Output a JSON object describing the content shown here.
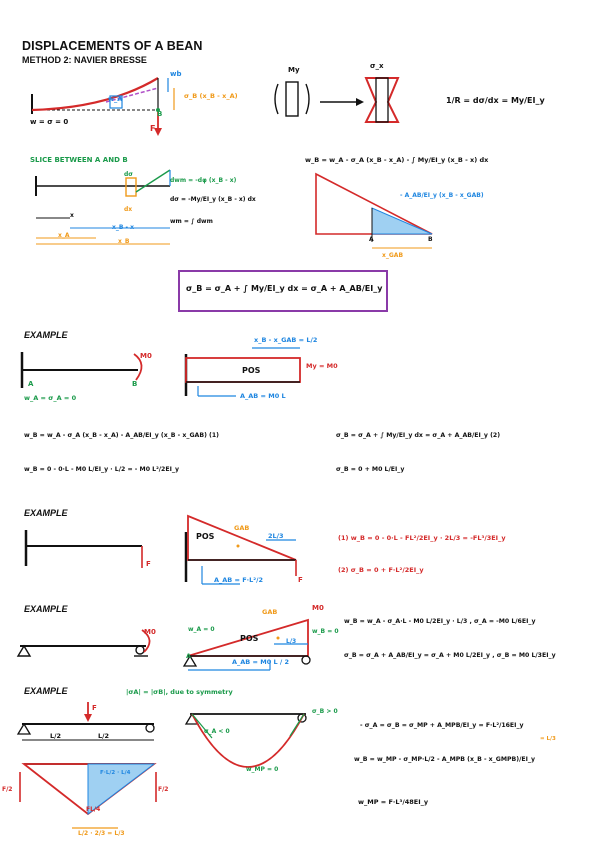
{
  "header": {
    "title": "DISPLACEMENTS OF A BEAN",
    "method": "METHOD 2: NAVIER BRESSE"
  },
  "section1": {
    "labels": {
      "wb": "wb",
      "phi": "σ_B (x_B - x_A)",
      "wa": "w_A",
      "bc": "w = σ = 0",
      "F": "F",
      "B": "B",
      "My": "My",
      "sigma": "σ_x",
      "curvature": "1/R = dσ/dx = My/EI_y"
    }
  },
  "section2": {
    "slice_title": "SLICE BETWEEN A AND B",
    "dw_label": "dwm = -dφ (x_B - x)",
    "dphi_label": "dσ = -My/EI_y (x_B - x) dx",
    "int_label": "wm = ∫ dwm",
    "xb_x": "x_B - x",
    "xa": "x_A",
    "xb": "x_B",
    "x": "x",
    "dx": "dx",
    "wb_full": "w_B = w_A - σ_A (x_B - x_A) - ∫ My/EI_y (x_B - x) dx",
    "area_term": "- A_AB/EI_y (x_B - x_GAB)",
    "xgab": "x_GAB",
    "A": "A",
    "B": "B"
  },
  "boxed_formula": "σ_B = σ_A + ∫ My/EI_y dx = σ_A + A_AB/EI_y",
  "example1": {
    "heading": "EXAMPLE",
    "M0": "M0",
    "A": "A",
    "B": "B",
    "bc": "w_A = σ_A = 0",
    "xdist": "x_B - x_GAB = L/2",
    "area_label": "A_AB = M0 L",
    "My_label": "My = M0",
    "eq1": "w_B = w_A - σ_A (x_B - x_A) - A_AB/EI_y (x_B - x_GAB)   (1)",
    "eq1b": "w_B = 0 - 0·L - M0 L/EI_y · L/2 = - M0 L²/2EI_y",
    "eq2": "σ_B = σ_A + ∫ My/EI_y dx = σ_A + A_AB/EI_y   (2)",
    "eq2b": "σ_B = 0 + M0 L/EI_y",
    "pos": "POS"
  },
  "example2": {
    "heading": "EXAMPLE",
    "F": "F",
    "GAB": "GAB",
    "dist": "2L/3",
    "area": "A_AB = F·L²/2",
    "eq1": "(1) w_B = 0 - 0·L - FL²/2EI_y · 2L/3 = -FL³/3EI_y",
    "eq2": "(2) σ_B = 0 + F·L²/2EI_y",
    "pos": "POS"
  },
  "example3": {
    "heading": "EXAMPLE",
    "M0": "M0",
    "wa": "w_A = 0",
    "wb": "w_B = 0",
    "GAB": "GAB",
    "dist": "L/3",
    "area": "A_AB = M0 L / 2",
    "A": "A",
    "eq1": "w_B = w_A - σ_A·L - M0 L/2EI_y · L/3 ,   σ_A = -M0 L/6EI_y",
    "eq2": "σ_B = σ_A + A_AB/EI_y = σ_A + M0 L/2EI_y ,   σ_B = M0 L/3EI_y",
    "pos": "POS"
  },
  "example4": {
    "heading": "EXAMPLE",
    "note": "|σA| = |σB|, due to symmetry",
    "F": "F",
    "L2a": "L/2",
    "L2b": "L/2",
    "F2a": "F/2",
    "F2b": "F/2",
    "area_mid": "F·L/2 · L/4",
    "FL4": "FL/4",
    "ratio": "L/2 · 2/3 = L/3",
    "sa": "σ_A < 0",
    "sb": "σ_B > 0",
    "wmp": "w_MP = 0",
    "eq1": "- σ_A = σ_B = σ_MP + A_MPB/EI_y = F·L²/16EI_y",
    "eq2": "w_B = w_MP - σ_MP·L/2 - A_MPB (x_B - x_GMPB)/EI_y",
    "eq3": "w_MP = F·L³/48EI_y",
    "L3": "= L/3"
  },
  "colors": {
    "red": "#d42a2a",
    "blue": "#1f86e0",
    "green": "#1a9a4a",
    "orange": "#f09a1a",
    "purple": "#8a3aa8"
  }
}
